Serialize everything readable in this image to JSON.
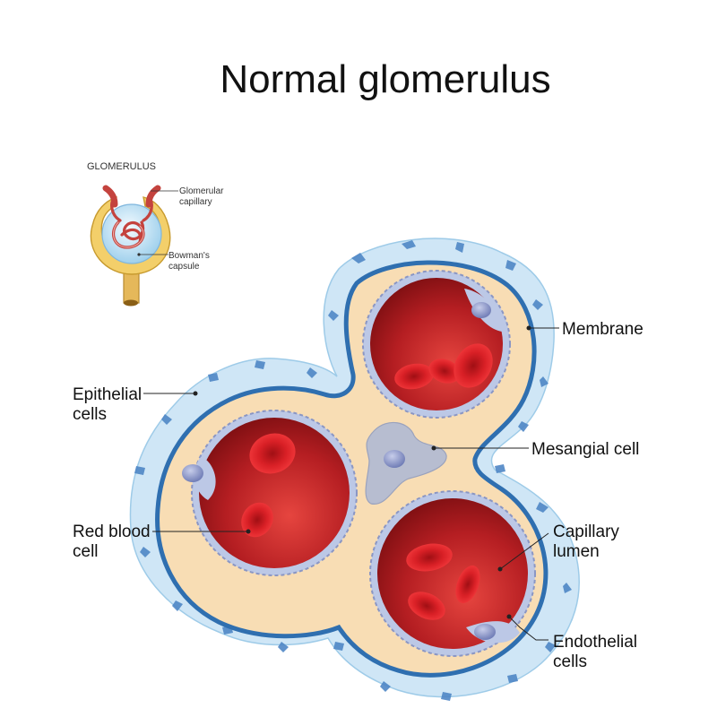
{
  "title": "Normal glomerulus",
  "inset": {
    "heading": "GLOMERULUS",
    "capillary_label": [
      "Glomerular",
      "capillary"
    ],
    "capsule_label": [
      "Bowman's",
      "capsule"
    ]
  },
  "labels": {
    "membrane": "Membrane",
    "epithelial": [
      "Epithelial",
      "cells"
    ],
    "mesangial": "Mesangial cell",
    "red_blood": [
      "Red blood",
      "cell"
    ],
    "capillary_lumen": [
      "Capillary",
      "lumen"
    ],
    "endothelial": [
      "Endothelial",
      "cells"
    ]
  },
  "colors": {
    "membrane": "#2f6fb0",
    "epithelium": "#cfe6f6",
    "matrix": "#f8ddb4",
    "lumen": "#b51e22",
    "rbc": "#e2262b",
    "endothelium": "#bcc8e6",
    "mesangial": "#b7bdd0"
  }
}
